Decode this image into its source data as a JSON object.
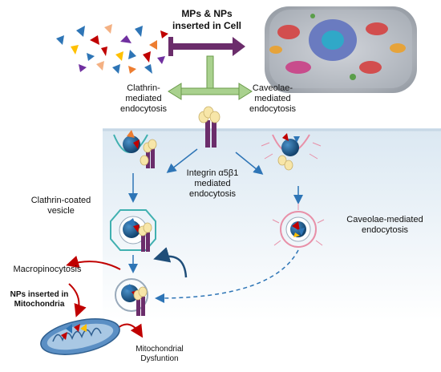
{
  "labels": {
    "headline_line1": "MPs & NPs",
    "headline_line2": "inserted in Cell",
    "clathrin_line1": "Clathrin-",
    "clathrin_line2": "mediated",
    "clathrin_line3": "endocytosis",
    "caveolae_line1": "Caveolae-",
    "caveolae_line2": "mediated",
    "caveolae_line3": "endocytosis",
    "integrin_line1": "Integrin α5β1",
    "integrin_line2": "mediated",
    "integrin_line3": "endocytosis",
    "vesicle_line1": "Clathrin-coated",
    "vesicle_line2": "vesicle",
    "caveolae_right_line1": "Caveolae-mediated",
    "caveolae_right_line2": "endocytosis",
    "macropinocytosis": "Macropinocytosis",
    "mito_line1": "NPs inserted in",
    "mito_line2": "Mitochondria",
    "dysfunction_line1": "Mitochondrial",
    "dysfunction_line2": "Dysfuntion"
  },
  "colors": {
    "arrow_purple": "#6b2d6b",
    "arrow_green": "#a9d18e",
    "cell_bg": "#dde9f3",
    "pit_blue": "#1f5f8f",
    "arrow_blue": "#2e75b6",
    "arrow_red": "#c00000"
  }
}
